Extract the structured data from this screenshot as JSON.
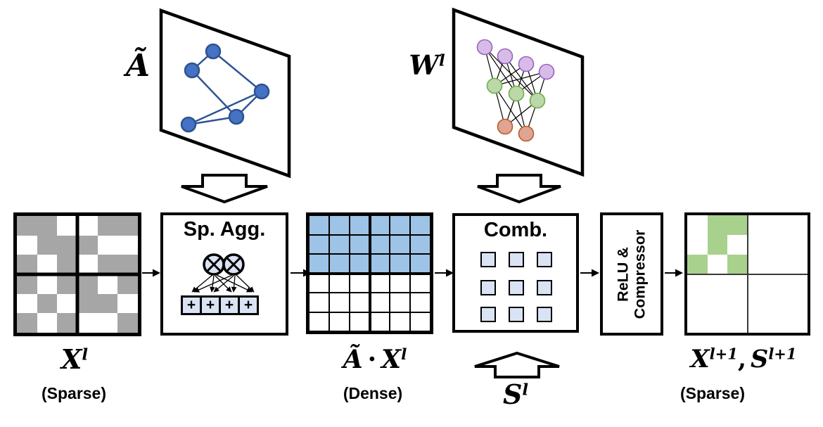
{
  "colors": {
    "sparse_gray": "#a6a6a6",
    "dense_blue": "#9dc3e6",
    "light_blue": "#dae3f3",
    "result_green": "#a9d18e",
    "graph_node_fill": "#4472c4",
    "graph_node_stroke": "#2f528f",
    "graph_edge": "#2e5496",
    "nn_purple_fill": "#d8bce8",
    "nn_purple_stroke": "#9a63c0",
    "nn_green_fill": "#bcd8aa",
    "nn_green_stroke": "#6fad47",
    "nn_orange_fill": "#e0a494",
    "nn_orange_stroke": "#b85c26"
  },
  "top": {
    "adjacency_label": "Ã",
    "weights_label_base": "W",
    "weights_label_sup": "l"
  },
  "pipeline": {
    "input": {
      "label_base": "X",
      "label_sup": "l",
      "sublabel": "(Sparse)",
      "pattern": [
        "110011",
        "011100",
        "101011",
        "101101",
        "010110",
        "101001"
      ]
    },
    "sp_agg": {
      "title": "Sp. Agg.",
      "plus": "+"
    },
    "dense": {
      "label_a": "Ã",
      "label_dot": "·",
      "label_base": "X",
      "label_sup": "l",
      "sublabel": "(Dense)",
      "pattern": [
        "111111",
        "111111",
        "111111",
        "000000",
        "000000",
        "000000"
      ]
    },
    "comb": {
      "title": "Comb.",
      "rows": 3,
      "cols": 3
    },
    "scale": {
      "label_base": "S",
      "label_sup": "l"
    },
    "relu": {
      "line1": "ReLU &",
      "line2": "Compressor"
    },
    "output": {
      "label_x_base": "X",
      "label_x_sup": "l+1",
      "label_comma": ",",
      "label_s_base": "S",
      "label_s_sup": "l+1",
      "sublabel": "(Sparse)",
      "pattern": [
        "011000",
        "010000",
        "101000",
        "000000",
        "000000",
        "000000"
      ]
    }
  }
}
